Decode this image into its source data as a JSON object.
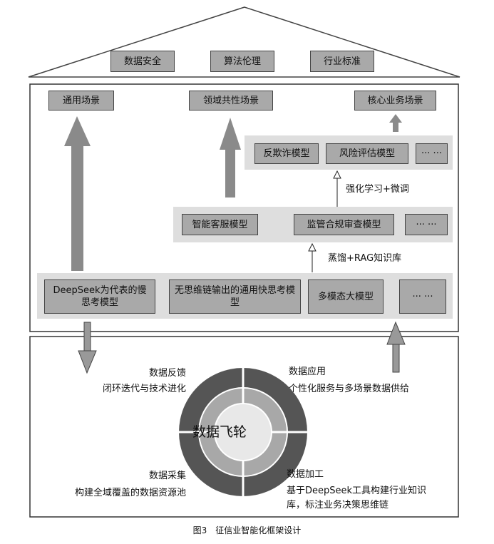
{
  "roof": {
    "items": [
      "数据安全",
      "算法伦理",
      "行业标准"
    ]
  },
  "scenes": [
    "通用场景",
    "领域共性场景",
    "核心业务场景"
  ],
  "tier3": {
    "items": [
      "反欺诈模型",
      "风险评估模型",
      "··· ···"
    ],
    "method": "强化学习+微调"
  },
  "tier2": {
    "items": [
      "智能客服模型",
      "监管合规审查模型",
      "··· ···"
    ],
    "method": "蒸馏+RAG知识库"
  },
  "tier1": {
    "items": [
      "DeepSeek为代表的慢思考模型",
      "无思维链输出的通用快思考模型",
      "多模态大模型",
      "··· ···"
    ]
  },
  "flywheel": {
    "center": "数据飞轮",
    "feedback": {
      "title": "数据反馈",
      "desc": "闭环迭代与技术进化"
    },
    "application": {
      "title": "数据应用",
      "desc": "个性化服务与多场景数据供给"
    },
    "collection": {
      "title": "数据采集",
      "desc": "构建全域覆盖的数据资源池"
    },
    "processing": {
      "title": "数据加工",
      "desc": "基于DeepSeek工具构建行业知识库，标注业务决策思维链"
    }
  },
  "caption": "图3　征信业智能化框架设计",
  "colors": {
    "box": "#a9a9a9",
    "band": "#dedede",
    "dark": "#555555",
    "mid": "#a8a8a8",
    "light": "#e8e8e8"
  }
}
